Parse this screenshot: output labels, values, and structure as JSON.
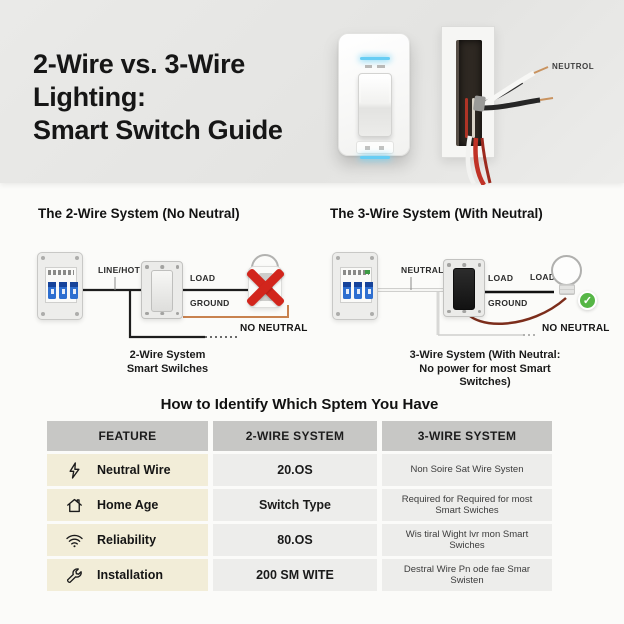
{
  "hero": {
    "title_line1": "2-Wire vs. 3-Wire",
    "title_line2": "Lighting:",
    "title_line3": "Smart Switch Guide",
    "neutral_label": "NEUTROL"
  },
  "diagram_left": {
    "heading": "The 2-Wire System (No Neutral)",
    "line_hot_label": "LINE/HOT",
    "load_label": "LOAD",
    "ground_label": "GROUND",
    "no_neutral_label": "NO NEUTRAL",
    "caption_line1": "2-Wire System",
    "caption_line2": "Smart Swilches"
  },
  "diagram_right": {
    "heading": "The 3-Wire System (With Neutral)",
    "neutral_label": "NEUTRAL",
    "load_label": "LOAD",
    "load_label_2": "LOAD",
    "ground_label": "GROUND",
    "no_neutral_label": "NO NEUTRAL",
    "caption_line1": "3-Wire System (With Neutral:",
    "caption_line2": "No power for most Smart Switches)"
  },
  "table": {
    "title": "How to Identify Which Sptem You Have",
    "headers": [
      "FEATURE",
      "2-WIRE SYSTEM",
      "3-WIRE SYSTEM"
    ],
    "rows": [
      {
        "icon": "lightning-icon",
        "feature": "Neutral Wire",
        "col2": "20.OS",
        "col3": "Non Soire Sat Wire Systen"
      },
      {
        "icon": "house-icon",
        "feature": "Home Age",
        "col2": "Switch Type",
        "col3": "Required for Required for most Smart Swiches"
      },
      {
        "icon": "wifi-icon",
        "feature": "Reliability",
        "col2": "80.OS",
        "col3": "Wis tiral Wight lvr mon Smart Swiches"
      },
      {
        "icon": "wrench-icon",
        "feature": "Installation",
        "col2": "200 SM WITE",
        "col3": "Destral Wire Pn ode fae Smar Swisten"
      }
    ]
  },
  "chart_data": {
    "type": "table",
    "title": "How to Identify Which Sptem You Have",
    "columns": [
      "FEATURE",
      "2-WIRE SYSTEM",
      "3-WIRE SYSTEM"
    ],
    "rows": [
      [
        "Neutral Wire",
        "20.OS",
        "Non Soire Sat Wire Systen"
      ],
      [
        "Home Age",
        "Switch Type",
        "Required for Required for most Smart Swiches"
      ],
      [
        "Reliability",
        "80.OS",
        "Wis tiral Wight lvr mon Smart Swiches"
      ],
      [
        "Installation",
        "200 SM WITE",
        "Destral Wire Pn ode fae Smar Swisten"
      ]
    ]
  },
  "colors": {
    "led_blue": "#66cdf4",
    "red_x": "#d2251c",
    "check_green": "#56b646",
    "breaker_blue": "#2e6fd0",
    "wire_black": "#262626",
    "wire_copper": "#c9935f",
    "wire_red": "#c03226",
    "table_header_bg": "#c7c7c5",
    "feature_col_bg": "#f2edd8",
    "value_col_bg": "#ededeb",
    "hero_bg": "#e7e7e5"
  }
}
